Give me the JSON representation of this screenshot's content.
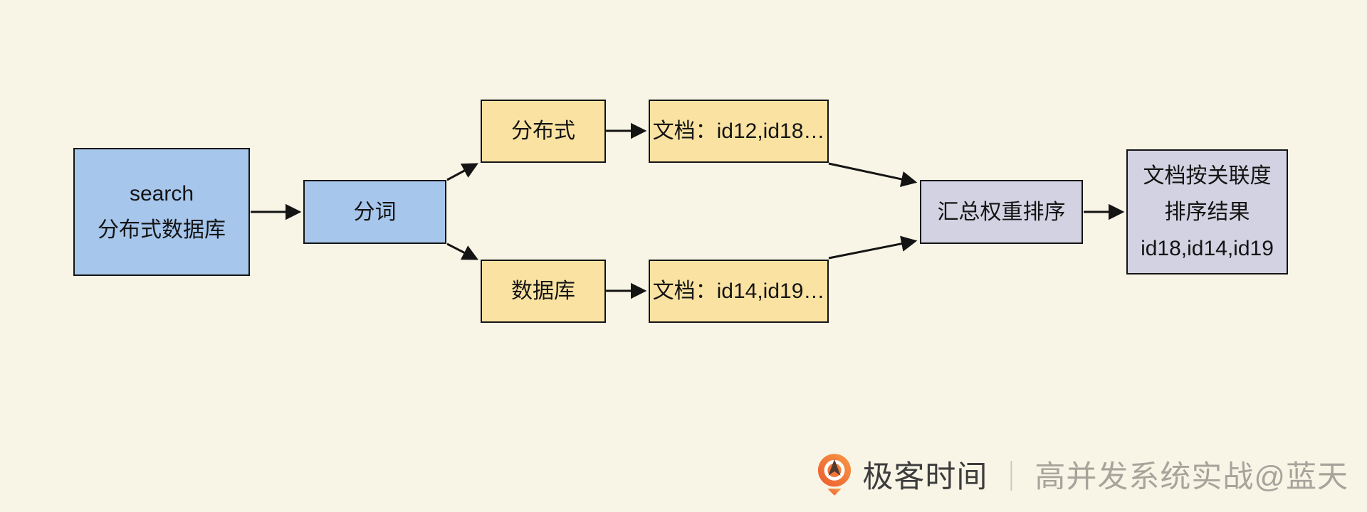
{
  "colors": {
    "background": "#f9f5e6",
    "node-blue": "#a6c6ec",
    "node-yellow": "#fae3a2",
    "node-lavender": "#d3d2e2",
    "node-border": "#141414",
    "node-text": "#141414",
    "arrow": "#141414",
    "brand-text": "#3d3d3d",
    "separator": "#c9c5b8",
    "credit-text": "#a7a49c",
    "logo-orange": "#f1742f",
    "logo-arrow-brown": "#4f3a30"
  },
  "nodes": {
    "query": {
      "lines": [
        "search",
        "分布式数据库"
      ]
    },
    "tokenize": {
      "lines": [
        "分词"
      ]
    },
    "term_top": {
      "lines": [
        "分布式"
      ]
    },
    "docs_top": {
      "lines": [
        "文档：id12,id18…"
      ]
    },
    "term_bottom": {
      "lines": [
        "数据库"
      ]
    },
    "docs_bottom": {
      "lines": [
        "文档：id14,id19…"
      ]
    },
    "merge": {
      "lines": [
        "汇总权重排序"
      ]
    },
    "result": {
      "lines": [
        "文档按关联度",
        "排序结果",
        "id18,id14,id19"
      ]
    }
  },
  "watermark": {
    "logo_icon": "geektime-pin-icon",
    "brand": "极客时间",
    "separator": "｜",
    "credit": "高并发系统实战@蓝天"
  }
}
